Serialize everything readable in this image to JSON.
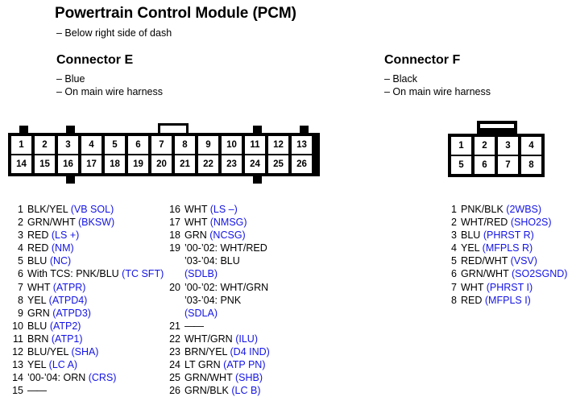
{
  "title": "Powertrain Control Module (PCM)",
  "subtitle": "– Below right side of dash",
  "connector_e": {
    "heading": "Connector E",
    "note_color": "– Blue",
    "note_harness": "– On main wire harness",
    "pins_top": [
      "1",
      "2",
      "3",
      "4",
      "5",
      "6",
      "7",
      "8",
      "9",
      "10",
      "11",
      "12",
      "13"
    ],
    "pins_bottom": [
      "14",
      "15",
      "16",
      "17",
      "18",
      "19",
      "20",
      "21",
      "22",
      "23",
      "24",
      "25",
      "26"
    ],
    "legend_col1": [
      {
        "num": "1",
        "lines": [
          {
            "wire": "BLK/YEL",
            "sig": "(VB SOL)"
          }
        ]
      },
      {
        "num": "2",
        "lines": [
          {
            "wire": "GRN/WHT",
            "sig": "(BKSW)"
          }
        ]
      },
      {
        "num": "3",
        "lines": [
          {
            "wire": "RED",
            "sig": "(LS +)"
          }
        ]
      },
      {
        "num": "4",
        "lines": [
          {
            "wire": "RED",
            "sig": "(NM)"
          }
        ]
      },
      {
        "num": "5",
        "lines": [
          {
            "wire": "BLU",
            "sig": "(NC)"
          }
        ]
      },
      {
        "num": "6",
        "lines": [
          {
            "wire": "With TCS: PNK/BLU",
            "sig": "(TC SFT)"
          }
        ]
      },
      {
        "num": "7",
        "lines": [
          {
            "wire": "WHT",
            "sig": "(ATPR)"
          }
        ]
      },
      {
        "num": "8",
        "lines": [
          {
            "wire": "YEL",
            "sig": "(ATPD4)"
          }
        ]
      },
      {
        "num": "9",
        "lines": [
          {
            "wire": "GRN",
            "sig": "(ATPD3)"
          }
        ]
      },
      {
        "num": "10",
        "lines": [
          {
            "wire": "BLU",
            "sig": "(ATP2)"
          }
        ]
      },
      {
        "num": "11",
        "lines": [
          {
            "wire": "BRN",
            "sig": "(ATP1)"
          }
        ]
      },
      {
        "num": "12",
        "lines": [
          {
            "wire": "BLU/YEL",
            "sig": "(SHA)"
          }
        ]
      },
      {
        "num": "13",
        "lines": [
          {
            "wire": "YEL",
            "sig": "(LC A)"
          }
        ]
      },
      {
        "num": "14",
        "lines": [
          {
            "wire": "’00-’04: ORN",
            "sig": "(CRS)"
          }
        ]
      },
      {
        "num": "15",
        "lines": [
          {
            "wire": "——",
            "sig": ""
          }
        ]
      }
    ],
    "legend_col2": [
      {
        "num": "16",
        "lines": [
          {
            "wire": "WHT",
            "sig": "(LS –)"
          }
        ]
      },
      {
        "num": "17",
        "lines": [
          {
            "wire": "WHT",
            "sig": "(NMSG)"
          }
        ]
      },
      {
        "num": "18",
        "lines": [
          {
            "wire": "GRN",
            "sig": "(NCSG)"
          }
        ]
      },
      {
        "num": "19",
        "lines": [
          {
            "wire": "’00-’02: WHT/RED",
            "sig": ""
          },
          {
            "wire": "’03-’04: BLU",
            "sig": ""
          },
          {
            "wire": "",
            "sig": "(SDLB)"
          }
        ]
      },
      {
        "num": "20",
        "lines": [
          {
            "wire": "’00-’02: WHT/GRN",
            "sig": ""
          },
          {
            "wire": "’03-’04: PNK",
            "sig": ""
          },
          {
            "wire": "",
            "sig": "(SDLA)"
          }
        ]
      },
      {
        "num": "21",
        "lines": [
          {
            "wire": "——",
            "sig": ""
          }
        ]
      },
      {
        "num": "22",
        "lines": [
          {
            "wire": "WHT/GRN",
            "sig": "(ILU)"
          }
        ]
      },
      {
        "num": "23",
        "lines": [
          {
            "wire": "BRN/YEL",
            "sig": "(D4 IND)"
          }
        ]
      },
      {
        "num": "24",
        "lines": [
          {
            "wire": "LT GRN",
            "sig": "(ATP PN)"
          }
        ]
      },
      {
        "num": "25",
        "lines": [
          {
            "wire": "GRN/WHT",
            "sig": "(SHB)"
          }
        ]
      },
      {
        "num": "26",
        "lines": [
          {
            "wire": "GRN/BLK",
            "sig": "(LC B)"
          }
        ]
      }
    ]
  },
  "connector_f": {
    "heading": "Connector F",
    "note_color": "– Black",
    "note_harness": "– On main wire harness",
    "pins_top": [
      "1",
      "2",
      "3",
      "4"
    ],
    "pins_bottom": [
      "5",
      "6",
      "7",
      "8"
    ],
    "legend": [
      {
        "num": "1",
        "lines": [
          {
            "wire": "PNK/BLK",
            "sig": "(2WBS)"
          }
        ]
      },
      {
        "num": "2",
        "lines": [
          {
            "wire": "WHT/RED",
            "sig": "(SHO2S)"
          }
        ]
      },
      {
        "num": "3",
        "lines": [
          {
            "wire": "BLU",
            "sig": "(PHRST R)"
          }
        ]
      },
      {
        "num": "4",
        "lines": [
          {
            "wire": "YEL",
            "sig": "(MFPLS R)"
          }
        ]
      },
      {
        "num": "5",
        "lines": [
          {
            "wire": "RED/WHT",
            "sig": "(VSV)"
          }
        ]
      },
      {
        "num": "6",
        "lines": [
          {
            "wire": "GRN/WHT",
            "sig": "(SO2SGND)"
          }
        ]
      },
      {
        "num": "7",
        "lines": [
          {
            "wire": "WHT",
            "sig": "(PHRST I)"
          }
        ]
      },
      {
        "num": "8",
        "lines": [
          {
            "wire": "RED",
            "sig": "(MFPLS I)"
          }
        ]
      }
    ]
  },
  "colors": {
    "signal_blue": "#1414e6",
    "body_black": "#000000",
    "background": "#ffffff"
  }
}
